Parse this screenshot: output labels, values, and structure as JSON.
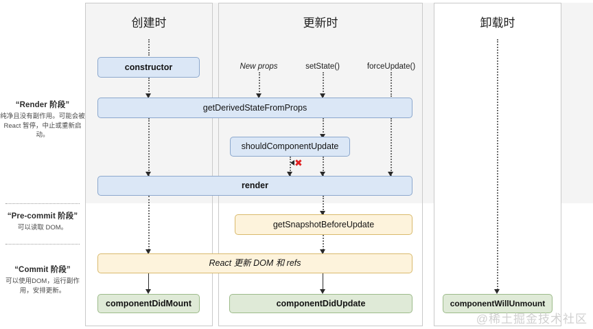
{
  "phases": [
    {
      "id": "render",
      "title": "“Render 阶段”",
      "desc": "纯净且没有副作用。可能会被 React 暂停，中止或重新启动。"
    },
    {
      "id": "pre-commit",
      "title": "“Pre-commit 阶段”",
      "desc": "可以读取 DOM。"
    },
    {
      "id": "commit",
      "title": "“Commit 阶段”",
      "desc": "可以使用DOM，运行副作用，安排更新。"
    }
  ],
  "columns": {
    "mount": {
      "title": "创建时"
    },
    "update": {
      "title": "更新时"
    },
    "unmount": {
      "title": "卸载时"
    }
  },
  "triggers": [
    {
      "label": "New props",
      "style": "italic"
    },
    {
      "label": "setState()",
      "style": "normal"
    },
    {
      "label": "forceUpdate()",
      "style": "normal"
    }
  ],
  "nodes": {
    "constructor": "constructor",
    "get_derived_state": "getDerivedStateFromProps",
    "should_update": "shouldComponentUpdate",
    "render": "render",
    "get_snapshot": "getSnapshotBeforeUpdate",
    "react_updates_dom": "React 更新 DOM 和 refs",
    "did_mount": "componentDidMount",
    "did_update": "componentDidUpdate",
    "will_unmount": "componentWillUnmount"
  },
  "markers": {
    "skip_x": "✖"
  },
  "watermark": "@稀土掘金技术社区",
  "colors": {
    "blue_fill": "#dbe7f6",
    "blue_border": "#8ba7cd",
    "yellow_fill": "#fdf3dc",
    "yellow_border": "#d9b96b",
    "green_fill": "#dfead7",
    "green_border": "#9cba89",
    "render_band": "#f4f4f4",
    "x_mark": "#e02222"
  }
}
